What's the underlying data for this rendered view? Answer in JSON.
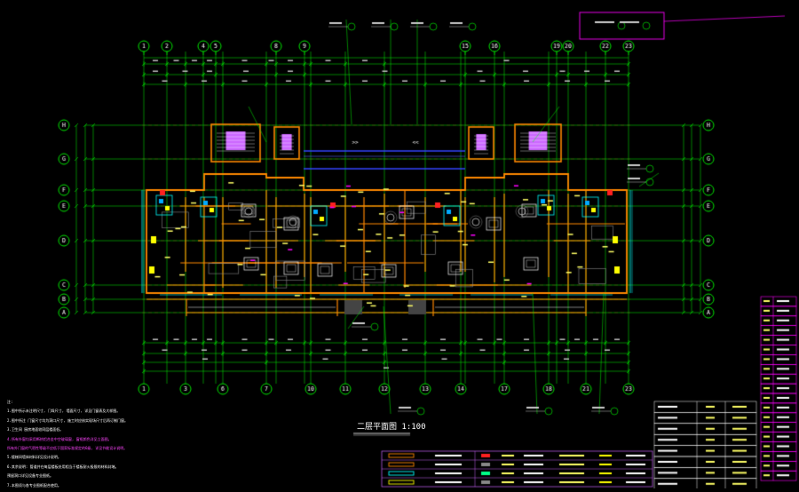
{
  "drawing": {
    "title": "二层平面图 1:100",
    "colors": {
      "background": "#000000",
      "axis": "#00ff00",
      "wall": "#ff8800",
      "window": "#00ffff",
      "beam": "#3344ff",
      "text": "#ffffff",
      "annotation": "#ff00ff",
      "fixture": "#ff2020"
    },
    "axes_top": [
      "1",
      "2",
      "4",
      "5",
      "8",
      "9",
      "15",
      "16",
      "19",
      "20",
      "22",
      "23"
    ],
    "axes_bottom": [
      "1",
      "3",
      "6",
      "7",
      "10",
      "11",
      "12",
      "13",
      "14",
      "17",
      "18",
      "21",
      "23"
    ],
    "axes_left": [
      "H",
      "G",
      "F",
      "E",
      "D",
      "C",
      "B",
      "A"
    ],
    "axes_right": [
      "H",
      "G",
      "F",
      "E",
      "D",
      "C",
      "B",
      "A"
    ]
  },
  "notes": [
    "注:",
    "1.图中所示未注明尺寸, 门垛尺寸, 墙面尺寸, 详见门窗表及大样图。",
    "2.图中所注 门窗尺寸均为洞口尺寸, 施工时应核实现场尺寸后再订制门窗。",
    "3.卫生间 厨房地面较同层楼面低。",
    "4.所有外窗均采用断热铝合金中空玻璃窗, 窗框颜色详见立面图。",
    "  所有外门窗的气密性等级不应低于国家标准规定的6级, 详见节能设计说明。",
    "5.楼梯间墙体材料详见设计说明。",
    "6.其余说明: 管道井在每层楼板处用相当于楼板耐火极限的材料封堵。",
    "  预留洞口详见设备专业图纸。",
    "7.本图须与各专业图纸配合使用。"
  ]
}
